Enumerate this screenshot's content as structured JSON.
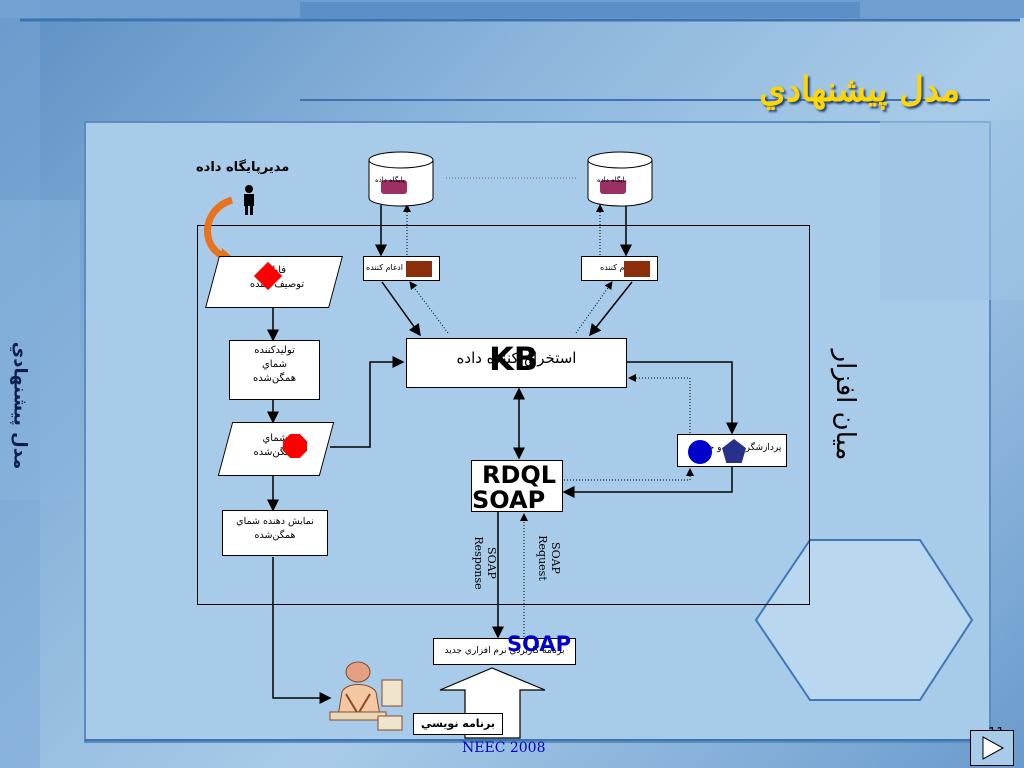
{
  "slide_title": "مدل پيشنهادي",
  "side_title": "مدل پيشنهادي",
  "middleware_label": "ميان افزار",
  "footer": "NEEC 2008",
  "page_number": "11",
  "db_admin_label": "مديرپايگاه داده",
  "db_left_label": "پايگاه داده",
  "db_right_label": "پايگاه داده",
  "wrapper_left_label": "ادغام كننده",
  "wrapper_right_label": "ادغام كننده",
  "schema_desc_line1": "فايل",
  "schema_desc_line2": "توصيف كننده",
  "schema_gen_line1": "توليدكننده",
  "schema_gen_line2": "شماي",
  "schema_gen_line3": "همگن‌شده",
  "schema_line1": "شماي",
  "schema_line2": "همگن‌شده",
  "schema_viewer_line1": "نمايش دهنده شماي",
  "schema_viewer_line2": "همگن‌شده",
  "extractor_label": "استخراج كننده داده",
  "kb_overlay": "KB",
  "query_processor_label": "پردازشگر پرس و جو",
  "rdql_overlay": "RDQL",
  "soap_overlay": "SOAP",
  "soap_response_line1": "SOAP",
  "soap_response_line2": "Response",
  "soap_request_line1": "SOAP",
  "soap_request_line2": "Request",
  "new_app_label": "برنامه كاربردي نرم افزاري جديد",
  "soap_blue_label": "SOAP",
  "programmer_label": "برنامه نويسي",
  "colors": {
    "title": "#ffd700",
    "accent_blue": "#0000cc",
    "red_marker": "#ff0000",
    "wrapper_fill": "#8b2e0c",
    "db_inner": "#9c2f63",
    "orange_arrow": "#e8731c"
  }
}
